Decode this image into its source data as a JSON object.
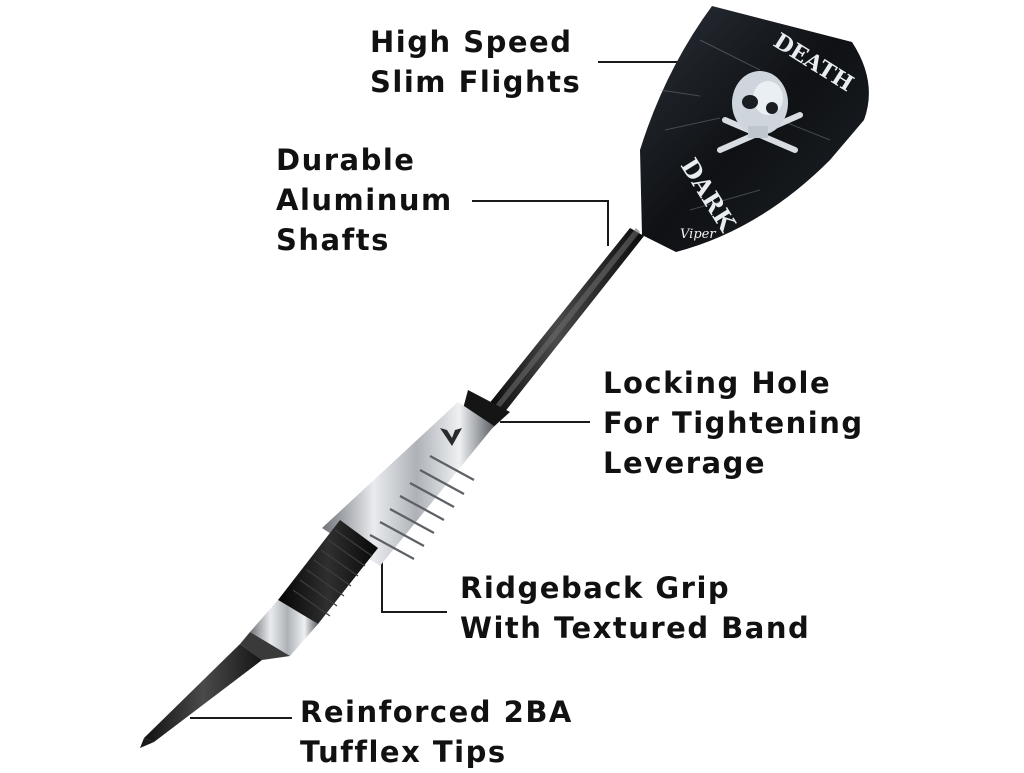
{
  "colors": {
    "background": "#ffffff",
    "label_text": "#111111",
    "leader_line": "#1a1a1a",
    "flight_dark": "#15181c",
    "shaft": "#1e1e1e",
    "barrel_silver": "#c9ccd0",
    "tip": "#2a2a2a"
  },
  "labels": {
    "flights": [
      "High Speed",
      "Slim Flights"
    ],
    "shafts": [
      "Durable",
      "Aluminum",
      "Shafts"
    ],
    "locking": [
      "Locking Hole",
      "For Tightening",
      "Leverage"
    ],
    "grip": [
      "Ridgeback Grip",
      "With Textured Band"
    ],
    "tips": [
      "Reinforced 2BA",
      "Tufflex Tips"
    ]
  },
  "flight_art": {
    "top_text": "DEATH",
    "bottom_text": "DARK",
    "brand": "Viper",
    "motif": "skull-and-crossbones"
  },
  "icons": {
    "barrel_logo": "viper-v-logo-icon"
  }
}
